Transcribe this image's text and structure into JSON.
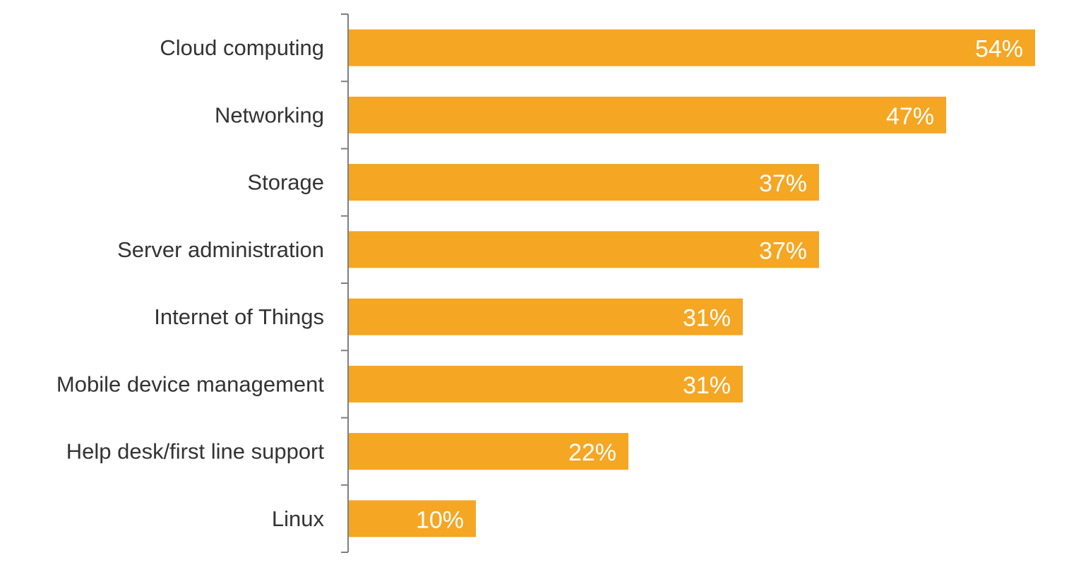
{
  "chart_data": {
    "type": "bar",
    "orientation": "horizontal",
    "categories": [
      "Cloud computing",
      "Networking",
      "Storage",
      "Server administration",
      "Internet of Things",
      "Mobile device management",
      "Help desk/first line support",
      "Linux"
    ],
    "values": [
      54,
      47,
      37,
      37,
      31,
      31,
      22,
      10
    ],
    "value_labels": [
      "54%",
      "47%",
      "37%",
      "37%",
      "31%",
      "31%",
      "22%",
      "10%"
    ],
    "unit": "%",
    "xlim": [
      0,
      54
    ],
    "grid": false,
    "legend": "none"
  },
  "colors": {
    "bar": "#F5A623",
    "axis": "#7f7f7f",
    "category_text": "#333333",
    "value_text": "#ffffff"
  }
}
